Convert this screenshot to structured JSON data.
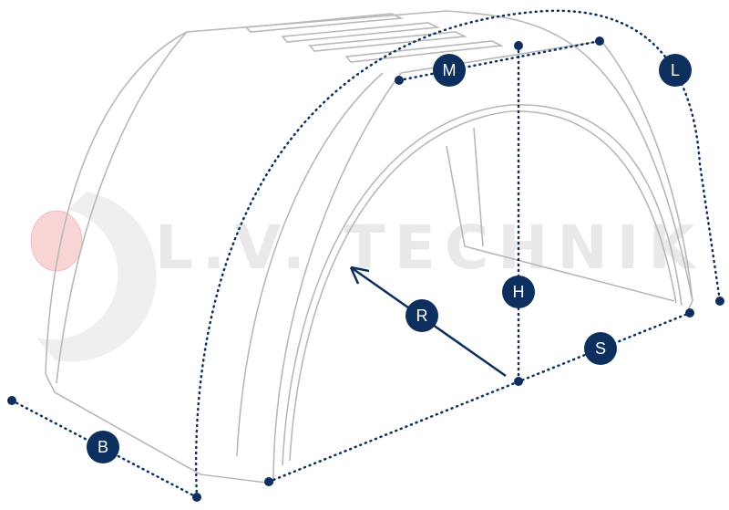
{
  "watermark": {
    "text": "L.V. TECHNIK"
  },
  "colors": {
    "dimension": "#0d2f5e",
    "outline": "#b8b8b8",
    "watermark": "#e9e9e9",
    "logo_red": "#f4c6c6"
  },
  "dimensions": [
    {
      "id": "M",
      "label": "M"
    },
    {
      "id": "L",
      "label": "L"
    },
    {
      "id": "H",
      "label": "H"
    },
    {
      "id": "R",
      "label": "R"
    },
    {
      "id": "S",
      "label": "S"
    },
    {
      "id": "B",
      "label": "B"
    }
  ]
}
